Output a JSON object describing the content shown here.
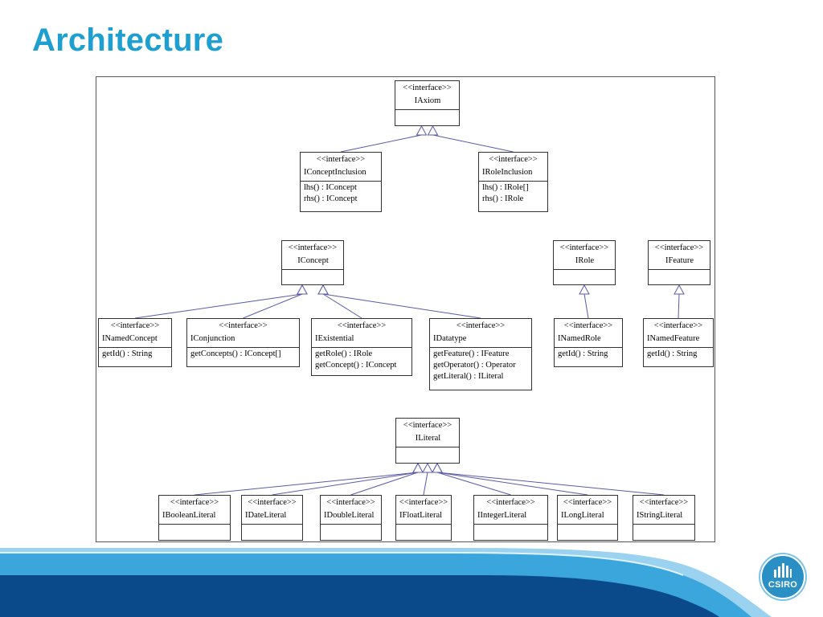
{
  "slide": {
    "title": "Architecture"
  },
  "uml": {
    "stereotype": "<<interface>>",
    "classes": [
      {
        "id": "IAxiom",
        "name": "IAxiom",
        "methods": []
      },
      {
        "id": "IConceptInclusion",
        "name": "IConceptInclusion",
        "methods": [
          "lhs() : IConcept",
          "rhs() : IConcept"
        ]
      },
      {
        "id": "IRoleInclusion",
        "name": "IRoleInclusion",
        "methods": [
          "lhs() : IRole[]",
          "rhs() : IRole"
        ]
      },
      {
        "id": "IConcept",
        "name": "IConcept",
        "methods": []
      },
      {
        "id": "IRole",
        "name": "IRole",
        "methods": []
      },
      {
        "id": "IFeature",
        "name": "IFeature",
        "methods": []
      },
      {
        "id": "INamedConcept",
        "name": "INamedConcept",
        "methods": [
          "getId() : String"
        ]
      },
      {
        "id": "IConjunction",
        "name": "IConjunction",
        "methods": [
          "getConcepts() : IConcept[]"
        ]
      },
      {
        "id": "IExistential",
        "name": "IExistential",
        "methods": [
          "getRole() : IRole",
          "getConcept() : IConcept"
        ]
      },
      {
        "id": "IDatatype",
        "name": "IDatatype",
        "methods": [
          "getFeature() : IFeature",
          "getOperator() : Operator",
          "getLiteral() : ILiteral"
        ]
      },
      {
        "id": "INamedRole",
        "name": "INamedRole",
        "methods": [
          "getId() : String"
        ]
      },
      {
        "id": "INamedFeature",
        "name": "INamedFeature",
        "methods": [
          "getId() : String"
        ]
      },
      {
        "id": "ILiteral",
        "name": "ILiteral",
        "methods": []
      },
      {
        "id": "IBooleanLiteral",
        "name": "IBooleanLiteral",
        "methods": []
      },
      {
        "id": "IDateLiteral",
        "name": "IDateLiteral",
        "methods": []
      },
      {
        "id": "IDoubleLiteral",
        "name": "IDoubleLiteral",
        "methods": []
      },
      {
        "id": "IFloatLiteral",
        "name": "IFloatLiteral",
        "methods": []
      },
      {
        "id": "IIntegerLiteral",
        "name": "IIntegerLiteral",
        "methods": []
      },
      {
        "id": "ILongLiteral",
        "name": "ILongLiteral",
        "methods": []
      },
      {
        "id": "IStringLiteral",
        "name": "IStringLiteral",
        "methods": []
      }
    ],
    "inheritance": [
      [
        "IConceptInclusion",
        "IAxiom"
      ],
      [
        "IRoleInclusion",
        "IAxiom"
      ],
      [
        "INamedConcept",
        "IConcept"
      ],
      [
        "IConjunction",
        "IConcept"
      ],
      [
        "IExistential",
        "IConcept"
      ],
      [
        "IDatatype",
        "IConcept"
      ],
      [
        "INamedRole",
        "IRole"
      ],
      [
        "INamedFeature",
        "IFeature"
      ],
      [
        "IBooleanLiteral",
        "ILiteral"
      ],
      [
        "IDateLiteral",
        "ILiteral"
      ],
      [
        "IDoubleLiteral",
        "ILiteral"
      ],
      [
        "IFloatLiteral",
        "ILiteral"
      ],
      [
        "IIntegerLiteral",
        "ILiteral"
      ],
      [
        "ILongLiteral",
        "ILiteral"
      ],
      [
        "IStringLiteral",
        "ILiteral"
      ]
    ]
  },
  "logo": {
    "text": "CSIRO",
    "icon": "csiro-bars-icon"
  },
  "colors": {
    "title": "#1e9fd0",
    "edge": "#5a5aa8",
    "footer_dark": "#0a4a8a",
    "footer_light": "#3aa6dc"
  }
}
